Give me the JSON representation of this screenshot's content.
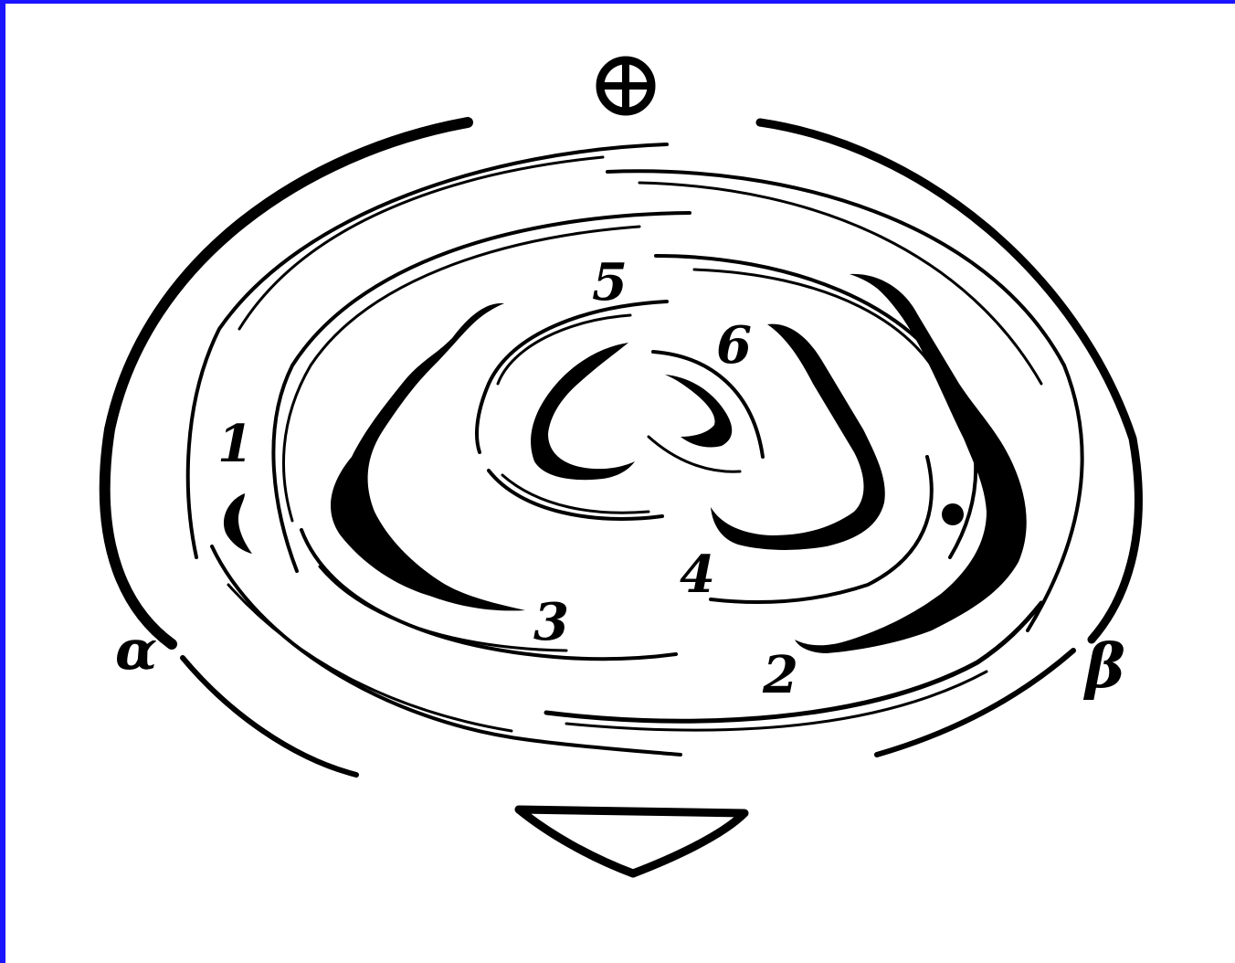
{
  "figure": {
    "labels": {
      "n1": "1",
      "n2": "2",
      "n3": "3",
      "n4": "4",
      "n5": "5",
      "n6": "6",
      "alpha": "α",
      "beta": "β"
    },
    "colors": {
      "ink": "#000000",
      "background": "#ffffff",
      "frame": "#1a14ff"
    },
    "symbols": {
      "top": "earth-cross-icon",
      "bottom": "triangle-icon"
    }
  }
}
